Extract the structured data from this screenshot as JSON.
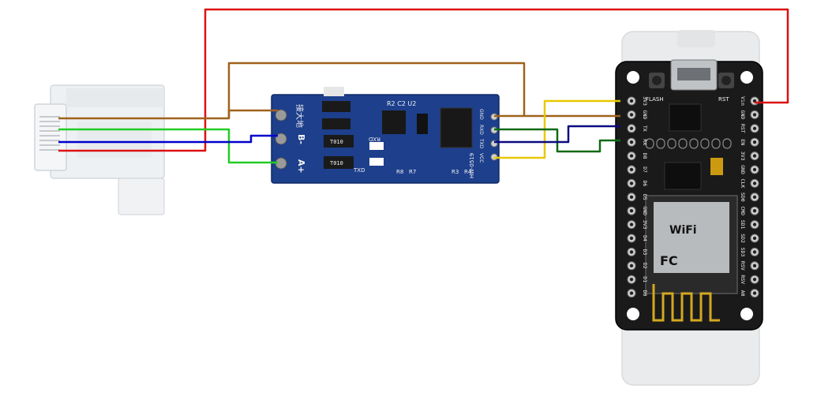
{
  "rj45": {
    "wire_colors": [
      "#22cc22",
      "#0000cc",
      "#dd0000"
    ]
  },
  "rs485_module": {
    "silk_top": "R2  C2       U2",
    "chinese_label": "接大地",
    "b_label": "B-",
    "a_label": "A+",
    "led_rxd": "RXD",
    "led_txd": "TXD",
    "resistor_1": "T010",
    "resistor_2": "T010",
    "model": "HW-0519",
    "r3": "R3",
    "r4": "R4",
    "r7": "R7",
    "r8": "R8",
    "pin_gnd": "GND",
    "pin_rxd": "RXD",
    "pin_txd": "TXD",
    "pin_vcc": "VCC"
  },
  "nodemcu": {
    "flash_label": "FLASH",
    "rst_label": "RST",
    "wifi_label": "WiFi",
    "fc_label": "FC",
    "left_pins": [
      "3V3",
      "GND",
      "TX",
      "RX",
      "D8",
      "D7",
      "D6",
      "D5",
      "GND",
      "3V3",
      "D4",
      "D3",
      "D2",
      "D1",
      "D0"
    ],
    "right_pins": [
      "Vin",
      "GND",
      "RST",
      "EN",
      "3V3",
      "GND",
      "CLK",
      "SD0",
      "CMD",
      "SD1",
      "SD2",
      "SD3",
      "RSV",
      "RSV",
      "A0"
    ]
  },
  "wire_colors": {
    "red": "#dd1111",
    "brown": "#a0621c",
    "yellow": "#e8c800",
    "dark_green": "#0c6a14",
    "dark_blue": "#0a0a80",
    "green": "#22cc22",
    "blue": "#0000cc"
  }
}
